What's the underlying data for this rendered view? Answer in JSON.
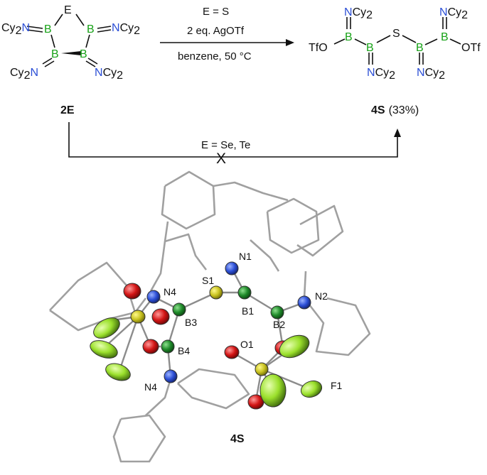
{
  "scheme": {
    "reactant": {
      "id": "2E",
      "ring_atom": "E",
      "boron": "B",
      "imino_nitrogen": "N",
      "substituent": "Cy",
      "subscript": "2"
    },
    "top_arrow": {
      "line1": "E = S",
      "line2": "2 eq. AgOTf",
      "line3": "benzene, 50 °C"
    },
    "product": {
      "id": "4S",
      "yield": "(33%)",
      "sulfur": "S",
      "triflate": "OTf",
      "triflate_left": "TfO",
      "boron": "B",
      "imino_nitrogen": "N",
      "substituent": "Cy",
      "subscript": "2"
    },
    "bottom_arrow": {
      "label": "E = Se, Te",
      "cross_mark": "X"
    }
  },
  "crystal_structure": {
    "caption": "4S",
    "atom_labels": [
      "N1",
      "S1",
      "N4",
      "B1",
      "N2",
      "B3",
      "B2",
      "O1",
      "B4",
      "N4",
      "F1"
    ],
    "colors": {
      "nitrogen": "#2c4fd6",
      "boron": "#1f8a2a",
      "sulfur": "#c8c220",
      "oxygen": "#d31515",
      "fluorine": "#9be02c",
      "frame": "#a0a0a0"
    }
  }
}
